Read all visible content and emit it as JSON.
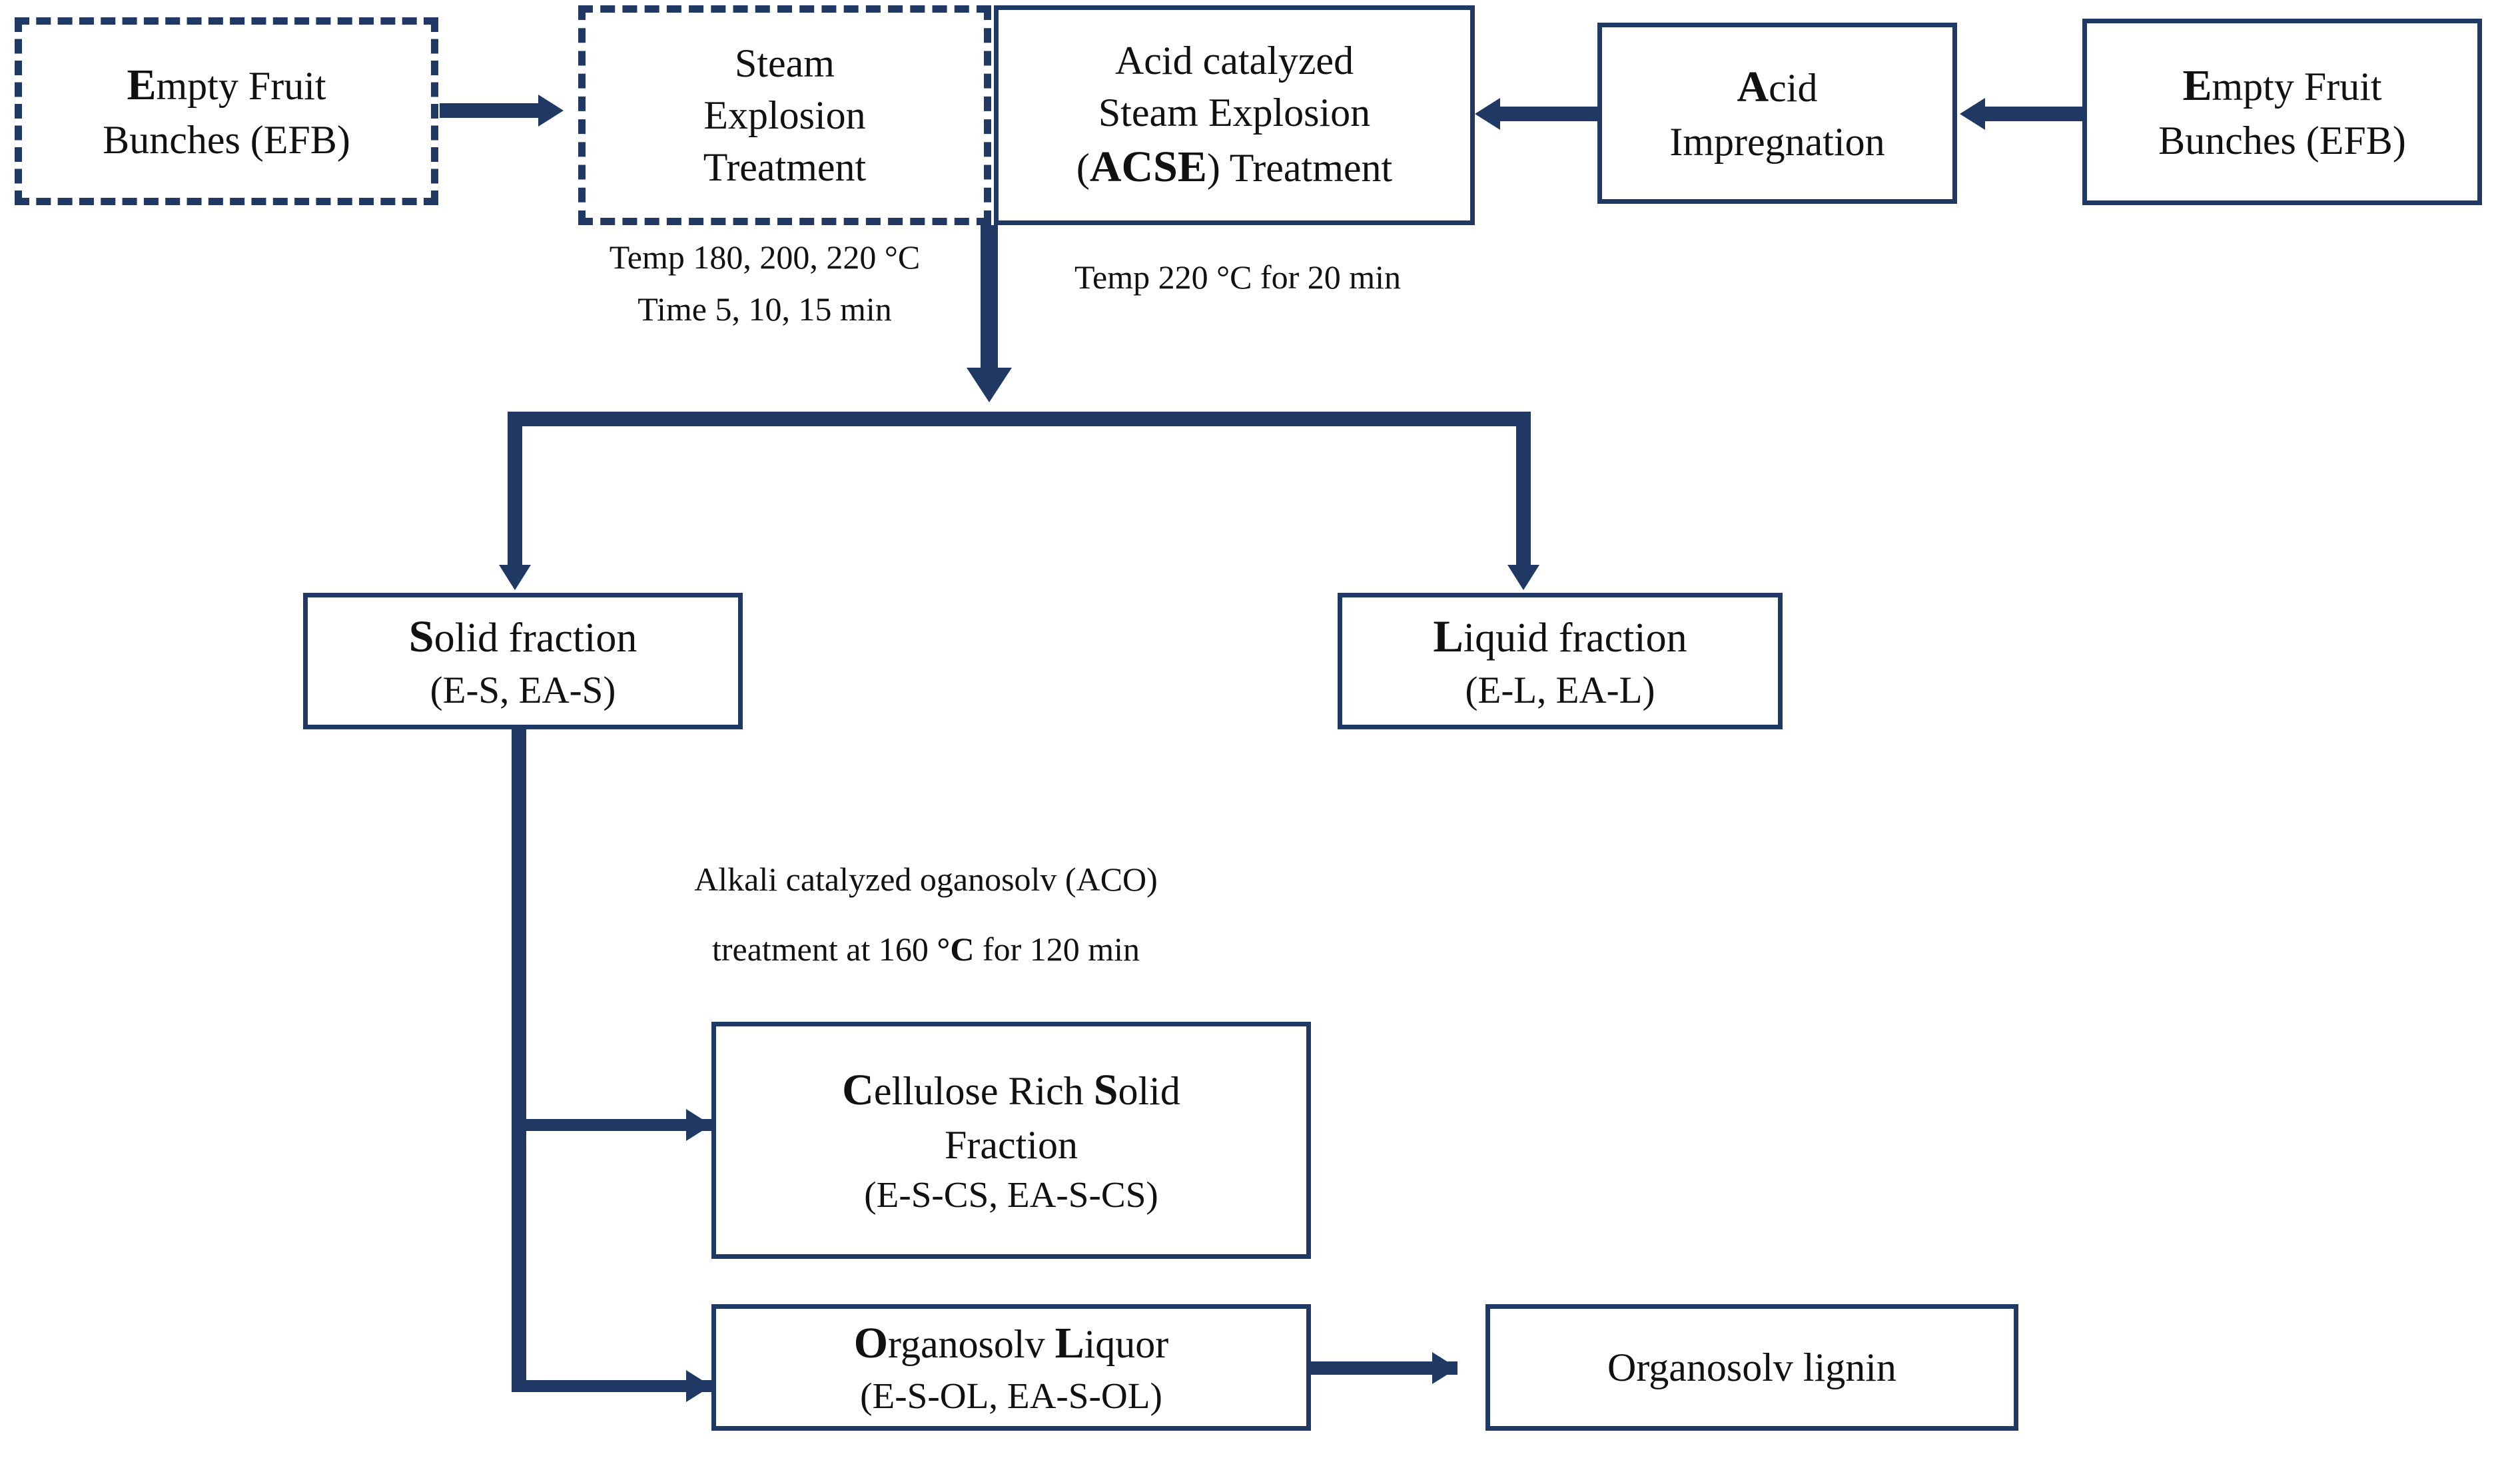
{
  "diagram": {
    "title": "Empty Fruit Bunches steam explosion and organosolv fractionation process flow",
    "accent_color": "#1F3864",
    "box_border_color": "#1F3864",
    "text_color": "#111111",
    "background_color": "#FFFFFF",
    "nodes": {
      "efb_left": {
        "line1_cap": "E",
        "line1_rest": "mpty Fruit",
        "line2": "Bunches (EFB)",
        "border_style": "dashed"
      },
      "steam_explosion": {
        "line1": "Steam",
        "line2": "Explosion",
        "line3": "Treatment",
        "border_style": "dashed"
      },
      "acse": {
        "line1": "Acid catalyzed",
        "line2": "Steam Explosion",
        "line3_pre": "(",
        "line3_cap": "ACSE",
        "line3_post": ") Treatment",
        "border_style": "solid"
      },
      "acid_impregnation": {
        "line1_cap": "A",
        "line1_rest": "cid",
        "line2": "Impregnation",
        "border_style": "solid"
      },
      "efb_right": {
        "line1_cap": "E",
        "line1_rest": "mpty Fruit",
        "line2": "Bunches (EFB)",
        "border_style": "solid"
      },
      "solid_fraction": {
        "line1_cap": "S",
        "line1_rest": "olid fraction",
        "line2": "(E-S, EA-S)",
        "border_style": "solid"
      },
      "liquid_fraction": {
        "line1_cap": "L",
        "line1_rest": "iquid fraction",
        "line2": "(E-L, EA-L)",
        "border_style": "solid"
      },
      "cellulose_rich_solid": {
        "line1_cap_a": "C",
        "line1_mid": "ellulose Rich ",
        "line1_cap_b": "S",
        "line1_end": "olid",
        "line2": "Fraction",
        "line3": "(E-S-CS,  EA-S-CS)",
        "border_style": "solid"
      },
      "organosolv_liquor": {
        "line1_cap_a": "O",
        "line1_mid": "rganosolv ",
        "line1_cap_b": "L",
        "line1_end": "iquor",
        "line2": "(E-S-OL,  EA-S-OL)",
        "border_style": "solid"
      },
      "organosolv_lignin": {
        "line1": "Organosolv lignin",
        "border_style": "solid"
      }
    },
    "annotations": {
      "steam_explosion_conditions": {
        "line1": "Temp 180, 200, 220 °C",
        "line2": "Time   5, 10, 15 min"
      },
      "acse_conditions": {
        "line1": "Temp 220 °C for 20 min"
      },
      "aco_conditions": {
        "line1": "Alkali catalyzed oganosolv (ACO)",
        "line2_pre": "treatment at 160 ",
        "line2_unit": "°C",
        "line2_post": " for 120 min"
      }
    }
  }
}
